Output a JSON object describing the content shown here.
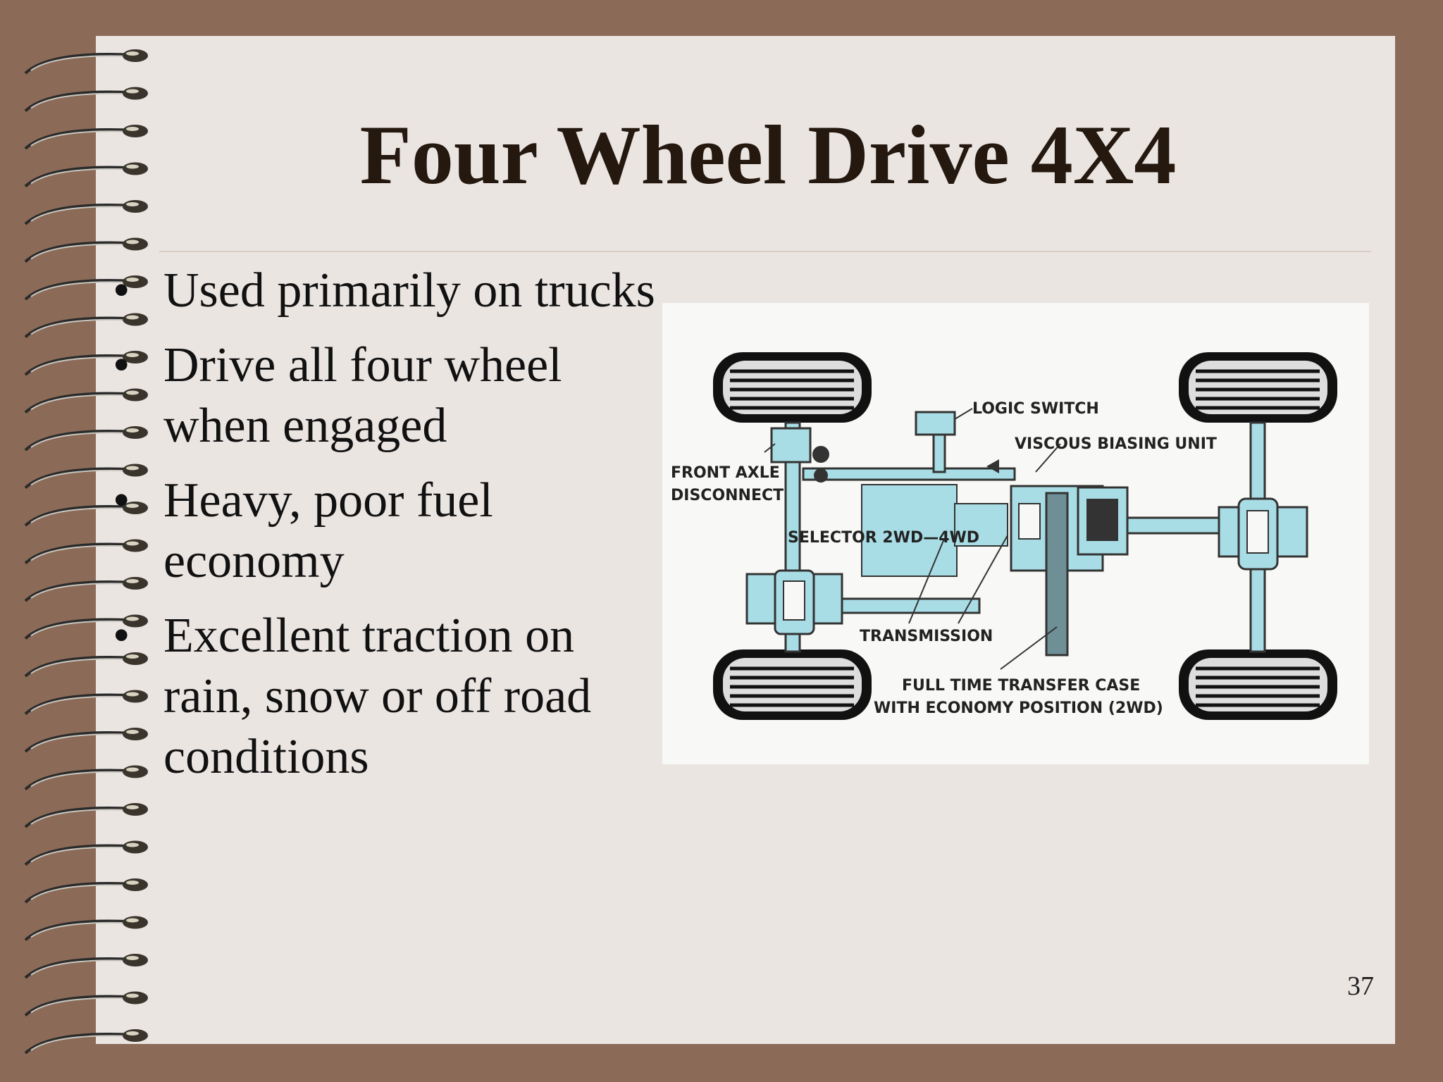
{
  "slide": {
    "title": "Four Wheel Drive 4X4",
    "bullets": [
      "Used primarily on trucks",
      "Drive all four wheel when engaged",
      "Heavy, poor fuel economy",
      "Excellent traction on rain, snow or off road conditions"
    ],
    "bullet_glyph": "•",
    "page_number": "37"
  },
  "diagram": {
    "labels": {
      "logic_switch": "LOGIC SWITCH",
      "viscous_biasing_unit": "VISCOUS BIASING UNIT",
      "front_axle_line1": "FRONT AXLE",
      "front_axle_line2": "DISCONNECT",
      "selector": "SELECTOR 2WD—4WD",
      "transmission": "TRANSMISSION",
      "transfer_case_line1": "FULL TIME TRANSFER CASE",
      "transfer_case_line2": "WITH ECONOMY POSITION (2WD)"
    }
  },
  "colors": {
    "border": "#8b6b58",
    "page": "#ebe5e2",
    "title": "#24180f",
    "component_fill": "#a9dde6"
  }
}
